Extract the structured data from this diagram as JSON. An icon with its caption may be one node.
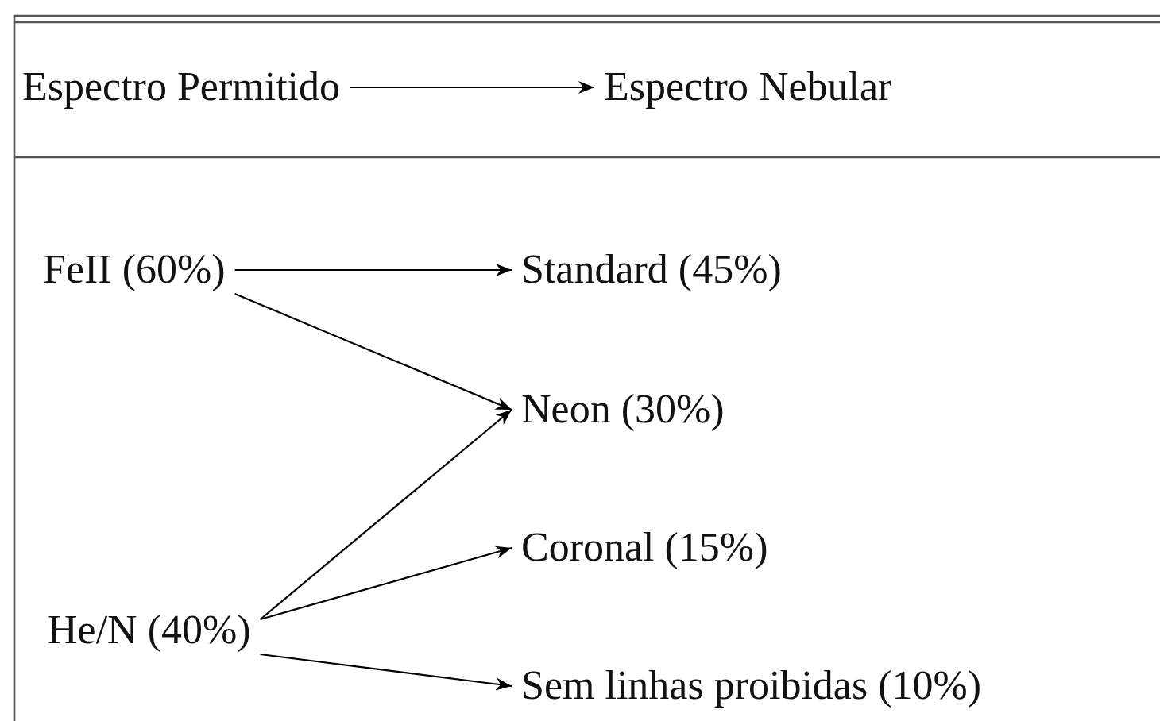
{
  "diagram": {
    "nodes": [
      {
        "text": [
          "Espectro Permitido"
        ]
      },
      {
        "text": [
          "Espectro Nebular"
        ]
      },
      {
        "text": [
          "FeII (60%)"
        ]
      },
      {
        "text": [
          "He/N (40%)"
        ]
      },
      {
        "text": [
          "Standard (45%)"
        ]
      },
      {
        "text": [
          "Neon (30%)"
        ]
      },
      {
        "text": [
          "Coronal (15%)"
        ]
      },
      {
        "text": [
          "Sem linhas proibidas (10%)"
        ]
      }
    ],
    "edges": [
      {
        "from": 0,
        "to": 1,
        "arrow": "to"
      },
      {
        "from": 2,
        "to": 4,
        "arrow": "to"
      },
      {
        "from": 2,
        "to": 5,
        "arrow": "to"
      },
      {
        "from": 3,
        "to": 5,
        "arrow": "to"
      },
      {
        "from": 3,
        "to": 6,
        "arrow": "to"
      },
      {
        "from": 3,
        "to": 7,
        "arrow": "to"
      }
    ]
  }
}
